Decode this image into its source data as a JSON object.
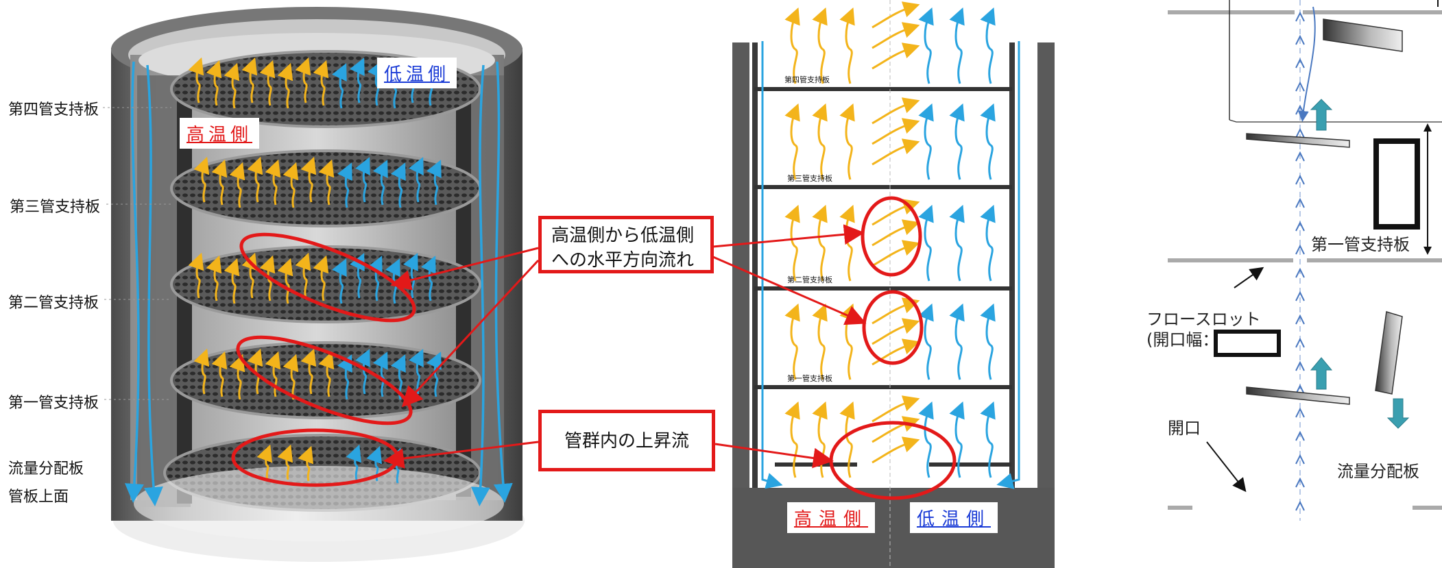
{
  "left_panel": {
    "hot_side": "高温側",
    "cold_side": "低温側",
    "support_plates": [
      "第四管支持板",
      "第三管支持板",
      "第二管支持板",
      "第一管支持板"
    ],
    "flow_distribution_plate": "流量分配板",
    "tubesheet_top": "管板上面"
  },
  "callouts": {
    "horizontal_flow": "高温側から低温側への水平方向流れ",
    "upward_flow": "管群内の上昇流"
  },
  "middle_panel": {
    "plate_labels": [
      "第四管支持板",
      "第三管支持板",
      "第二管支持板",
      "第一管支持板"
    ],
    "hot_side": "高温側",
    "cold_side": "低温側"
  },
  "right_panel": {
    "first_support_plate": "第一管支持板",
    "flow_slot_line1": "フロースロット",
    "flow_slot_line2": "(開口幅：",
    "opening": "開口",
    "flow_distribution_plate": "流量分配板"
  },
  "colors": {
    "hot": "#f3b41b",
    "cold": "#2aa4e0",
    "highlight": "#e31919",
    "teal": "#3a9fb0"
  }
}
